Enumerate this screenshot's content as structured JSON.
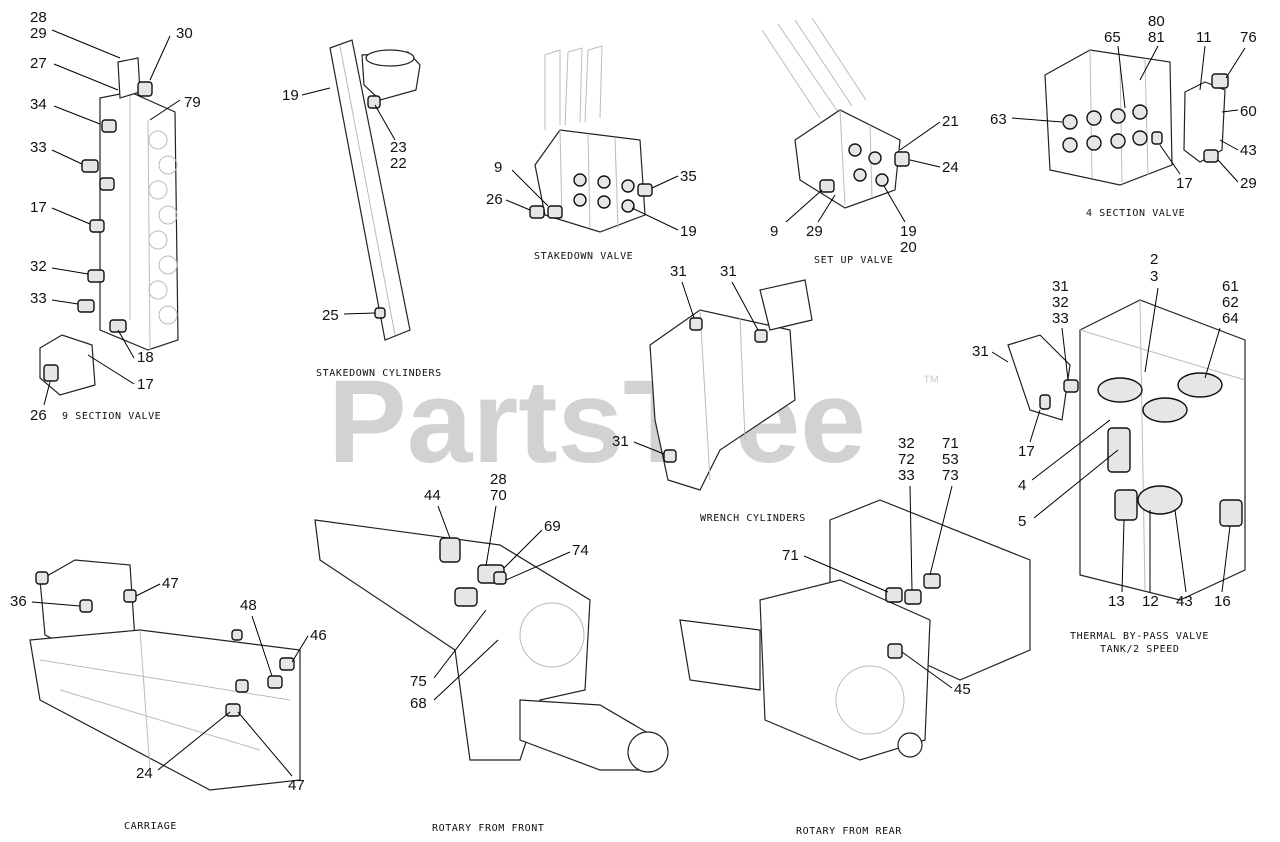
{
  "watermark": {
    "brand": "PartsTree",
    "trademark": "™"
  },
  "captions": {
    "nine_section_valve": "9 SECTION VALVE",
    "stakedown_cylinders": "STAKEDOWN CYLINDERS",
    "stakedown_valve": "STAKEDOWN VALVE",
    "set_up_valve": "SET UP VALVE",
    "four_section_valve": "4 SECTION VALVE",
    "wrench_cylinders": "WRENCH CYLINDERS",
    "thermal_bypass_valve": "THERMAL BY-PASS VALVE",
    "tank_2_speed": "TANK/2 SPEED",
    "carriage": "CARRIAGE",
    "rotary_from_front": "ROTARY FROM FRONT",
    "rotary_from_rear": "ROTARY FROM REAR"
  },
  "callouts": {
    "nine_section": [
      "28",
      "29",
      "30",
      "27",
      "34",
      "79",
      "33",
      "17",
      "32",
      "33",
      "18",
      "17",
      "26"
    ],
    "stakedown_cylinders": [
      "19",
      "23",
      "22",
      "25"
    ],
    "stakedown_valve": [
      "9",
      "26",
      "35",
      "19"
    ],
    "set_up_valve": [
      "21",
      "24",
      "9",
      "29",
      "19",
      "20"
    ],
    "four_section": [
      "80",
      "81",
      "65",
      "11",
      "76",
      "63",
      "60",
      "43",
      "17",
      "29"
    ],
    "wrench_cylinders": [
      "31",
      "31",
      "31"
    ],
    "thermal_bypass": [
      "2",
      "3",
      "31",
      "32",
      "33",
      "61",
      "62",
      "64",
      "31",
      "17",
      "4",
      "5",
      "13",
      "12",
      "43",
      "16"
    ],
    "carriage": [
      "47",
      "36",
      "48",
      "46",
      "24",
      "47"
    ],
    "rotary_front": [
      "44",
      "28",
      "70",
      "69",
      "74",
      "75",
      "68"
    ],
    "rotary_rear": [
      "32",
      "72",
      "33",
      "71",
      "53",
      "73",
      "71",
      "45"
    ]
  }
}
